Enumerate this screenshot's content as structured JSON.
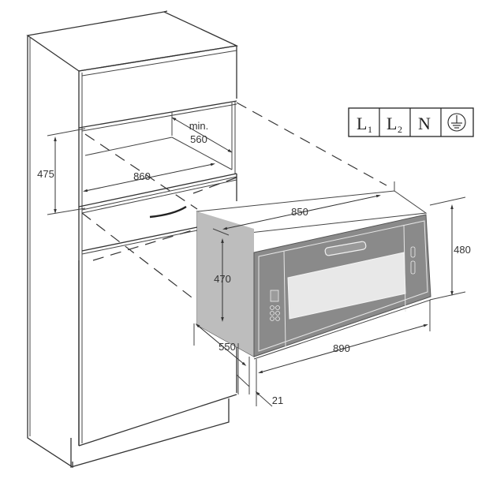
{
  "diagram": {
    "type": "built-in appliance installation dimensions (mm)",
    "units": "mm",
    "cabinet_niche": {
      "height": "475",
      "width": "860",
      "depth_label": "min.",
      "depth": "560"
    },
    "appliance": {
      "width_housing": "850",
      "height_housing": "470",
      "depth": "550",
      "front_width": "890",
      "front_height": "480",
      "front_thickness": "21"
    },
    "electrical_terminal": {
      "labels": [
        "L",
        "L",
        "N"
      ],
      "subscripts": [
        "1",
        "2",
        ""
      ],
      "earth_symbol": "earth-ground-icon"
    },
    "colors": {
      "line": "#333333",
      "appliance_side": "#b8b8b8",
      "appliance_front": "#8a8a8a",
      "window": "#e8e8e8",
      "background": "#ffffff"
    }
  }
}
